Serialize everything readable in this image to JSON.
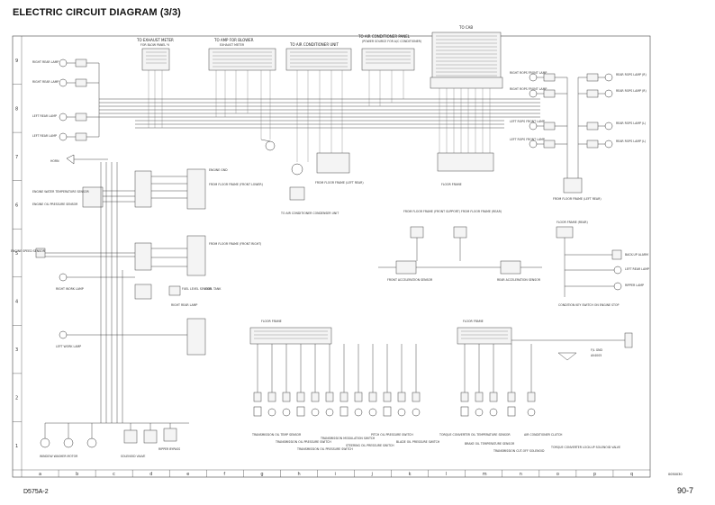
{
  "header": {
    "title": "ELECTRIC CIRCUIT DIAGRAM (3/3)"
  },
  "footer": {
    "doc_code": "D575A-2",
    "page_number": "90-7",
    "drawing_no": "0050030"
  },
  "grid": {
    "rows": [
      "9",
      "8",
      "7",
      "6",
      "5",
      "4",
      "3",
      "2",
      "1"
    ],
    "columns": [
      "a",
      "b",
      "c",
      "d",
      "e",
      "f",
      "g",
      "h",
      "i",
      "j",
      "k",
      "l",
      "m",
      "n",
      "o",
      "p",
      "q"
    ]
  },
  "top_labels": {
    "exhaust_meter": "TO EXHAUST METER",
    "exhaust_meter_sub": "FOR BLOW PANEL ½",
    "fan_blower": "TO AMP FOR BLOWER",
    "fan_blower_sub": "EXHAUST METER",
    "air_conditioner": "TO AIR CONDITIONER UNIT",
    "air_cond_panel": "TO AIR CONDITIONER PANEL",
    "air_cond_panel_sub": "(POWER SOURCE FOR A/C CONDITIONER)",
    "to_cab": "TO CAB"
  },
  "left_labels": {
    "right_rear_lamp": "RIGHT REAR LAMP",
    "right_rear_lamp2": "RIGHT REAR LAMP",
    "left_rear_lamp": "LEFT REAR LAMP",
    "left_rear_lamp2": "LEFT REAR LAMP",
    "horn": "HORN",
    "engine_water_temp": "ENGINE WATER TEMPERATURE SENSOR",
    "engine_oil_press": "ENGINE OIL PRESSURE SENSOR",
    "engine_speed": "ENGINE SPEED SENSOR",
    "right_work_lamp": "RIGHT WORK LAMP",
    "left_work_lamp": "LEFT WORK LAMP",
    "window_washer": "WINDOW WASHER MOTOR",
    "fuel_level": "FUEL LEVEL SENSOR",
    "fuel_tank": "FUEL TANK",
    "right_rear_lamp3": "RIGHT REAR LAMP",
    "solenoid_valve": "SOLENOID VALVE",
    "ripper_bypass": "RIPPER BYPASS"
  },
  "frame_labels": {
    "engine_gnd": "ENGINE GND",
    "floor_frame_front_lower": "FROM FLOOR FRAME (FRONT LOWER)",
    "floor_frame_front_right": "FROM FLOOR FRAME (FRONT RIGHT)",
    "floor_frame_left_rear": "FROM FLOOR FRAME (LEFT REAR)",
    "floor_frame": "FLOOR FRAME",
    "floor_frame_2": "FLOOR FRAME",
    "air_cond_condenser": "TO AIR CONDITIONER CONDENSER UNIT",
    "front_support": "FROM FLOOR FRAME (FRONT SUPPORT)",
    "rear_frame": "FROM FLOOR FRAME (REAR)",
    "front_acceleration": "FRONT ACCELERATION SENSOR",
    "rear_acceleration": "REAR ACCELERATION SENSOR",
    "floor_frame_left_rear_r": "FROM FLOOR FRAME (LEFT REAR)",
    "floor_frame_rear": "FLOOR FRAME (REAR)"
  },
  "right_labels": {
    "right_rops_front": "RIGHT ROPS FRONT LAMP",
    "right_rops_front2": "RIGHT ROPS FRONT LAMP",
    "left_rops_front": "LEFT ROPS FRONT LAMP",
    "left_rops_front2": "LEFT ROPS FRONT LAMP",
    "rear_rops_r": "REAR ROPS LAMP (R)",
    "rear_rops_r2": "REAR ROPS LAMP (R)",
    "rear_rops_l": "REAR ROPS LAMP (L)",
    "rear_rops_l2": "REAR ROPS LAMP (L)",
    "back_up_alarm": "BACK-UP ALARM",
    "left_rear_lamp": "LEFT REAR LAMP",
    "ripper_lamp": "RIPPER LAMP",
    "condition_key": "CONDITION KEY SWITCH ON ENGINE STOP",
    "fl_gnd": "F/L GND",
    "fl_gnd_sub": "AV4005"
  },
  "bottom_labels": {
    "trans_oil_temp": "TRANSMISSION OIL TEMP SENSOR",
    "trans_oil_press": "TRANSMISSION OIL PRESSURE SWITCH",
    "trans_oil_press2": "TRANSMISSION OIL PRESSURE SWITCH",
    "trans_mod": "TRANSMISSION MODULATION SWITCH",
    "steering_oil": "STEERING OIL PRESSURE SWITCH",
    "pitch_press": "PITCH OIL PRESSURE SWITCH",
    "blade_press": "BLADE OIL PRESSURE SWITCH",
    "torque_conv_temp": "TORQUE CONVERTER OIL TEMPERATURE SENSOR",
    "brake_temp": "BRAKE OIL TEMPERATURE SENSOR",
    "trans_cutoff": "TRANSMISSION CUT-OFF SOLENOID",
    "air_cond_clutch": "AIR CONDITIONER CLUTCH",
    "torque_lockup": "TORQUE CONVERTER LOCK-UP SOLENOID VALVE"
  }
}
